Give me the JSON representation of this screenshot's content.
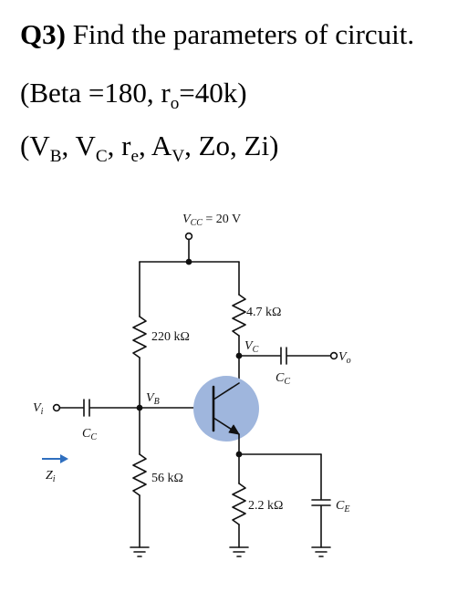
{
  "question": {
    "number": "Q3)",
    "title": "Find the parameters of circuit.",
    "given": {
      "open": "(Beta =180, r",
      "sub": "o",
      "close": "=40k)"
    },
    "params": {
      "open": "(V",
      "vb_sub": "B",
      "sep1": ", V",
      "vc_sub": "C",
      "sep2": ", r",
      "re_sub": "e",
      "sep3": ", A",
      "av_sub": "V",
      "rest": ", Zo, Zi)"
    }
  },
  "circuit": {
    "supply": {
      "label_main": "V",
      "label_sub": "CC",
      "value": " = 20 V"
    },
    "r_collector": "4.7 kΩ",
    "r_base_top": "220 kΩ",
    "r_base_bottom": "56 kΩ",
    "r_emitter": "2.2 kΩ",
    "cap_input": {
      "main": "C",
      "sub": "C"
    },
    "cap_output": {
      "main": "C",
      "sub": "C"
    },
    "cap_emitter": {
      "main": "C",
      "sub": "E"
    },
    "node_vb": {
      "main": "V",
      "sub": "B"
    },
    "node_vc": {
      "main": "V",
      "sub": "C"
    },
    "input": {
      "main": "V",
      "sub": "i"
    },
    "output": {
      "main": "V",
      "sub": "o"
    },
    "zin": {
      "main": "Z",
      "sub": "i"
    },
    "transistor_highlight_color": "#9fb6dd",
    "zin_arrow_color": "#2f6fbf"
  }
}
